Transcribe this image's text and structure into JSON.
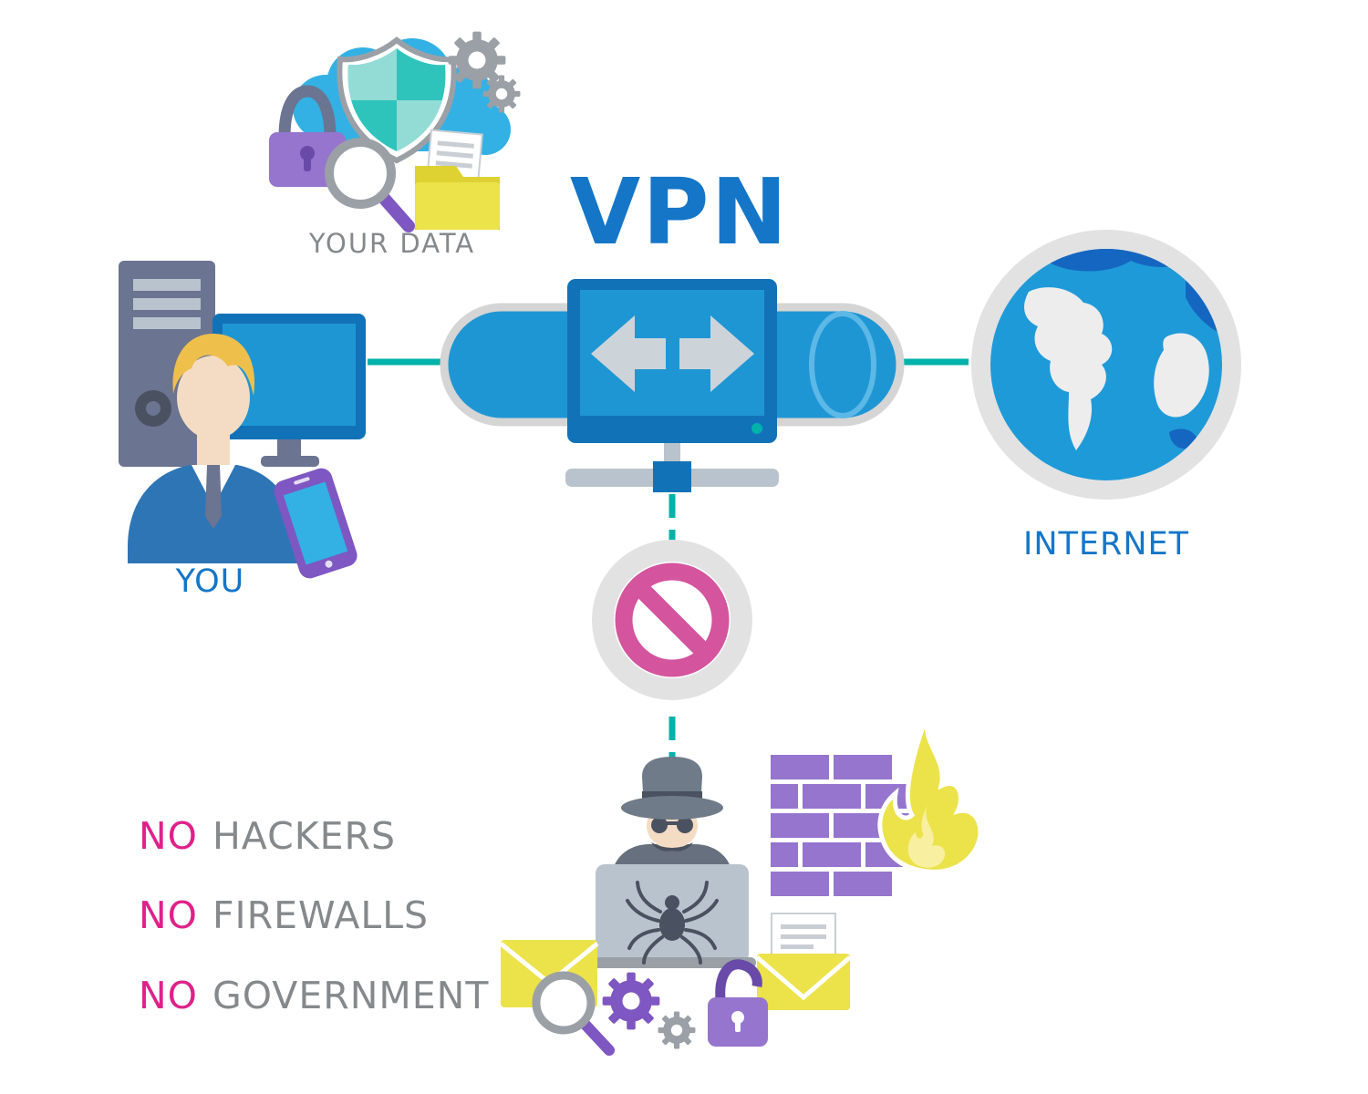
{
  "title": "VPN",
  "labels": {
    "your_data": "YOUR DATA",
    "you": "YOU",
    "internet": "INTERNET"
  },
  "blocked": [
    {
      "prefix": "NO",
      "word": "HACKERS"
    },
    {
      "prefix": "NO",
      "word": "FIREWALLS"
    },
    {
      "prefix": "NO",
      "word": "GOVERNMENT"
    }
  ],
  "icons": {
    "your_data_cluster": [
      "cloud-icon",
      "shield-icon",
      "padlock-icon",
      "magnifier-icon",
      "folder-icon",
      "documents-icon",
      "gear-icon"
    ],
    "you_cluster": [
      "computer-tower-icon",
      "monitor-icon",
      "person-icon",
      "smartphone-icon"
    ],
    "vpn_cluster": [
      "tunnel-icon",
      "vpn-monitor-icon",
      "double-arrow-icon",
      "network-hub-icon"
    ],
    "internet_cluster": [
      "globe-icon"
    ],
    "block_sign": [
      "no-entry-icon"
    ],
    "threat_cluster": [
      "hacker-icon",
      "laptop-icon",
      "spider-icon",
      "firewall-brick-icon",
      "flame-icon",
      "envelope-icon",
      "open-envelope-icon",
      "magnifier-icon",
      "gear-icon",
      "open-padlock-icon"
    ]
  },
  "colors": {
    "blue": "#1576c8",
    "tunnel_blue": "#1f96d4",
    "frame_blue": "#1272b8",
    "sky_blue": "#33b1e4",
    "globe_blue": "#1f9ad8",
    "globe_dark": "#1566c0",
    "teal": "#00b2a9",
    "teal_shield": "#2ec4bb",
    "teal_shield_light": "#93dcd6",
    "pink": "#d4549d",
    "magenta": "#e0218a",
    "purple": "#9575cd",
    "purple_dark": "#6a4aa8",
    "phone_purple": "#7e57c2",
    "yellow": "#ece24a",
    "yellow_dark": "#ddd232",
    "yellow_light": "#f8f0a0",
    "flesh": "#f4dcc4",
    "hair": "#eec04b",
    "suit_blue": "#2e75b6",
    "slate": "#6b7490",
    "slate_dark": "#4a5160",
    "steel": "#b9c3cd",
    "arrow_gray": "#ccd4da",
    "hat_gray": "#6f7b88",
    "hacker_gray": "#66707e",
    "gray_light": "#e2e2e2",
    "gray_mid": "#9aa0a6",
    "gray_text": "#85898c",
    "line_gray": "#c9ced4"
  }
}
